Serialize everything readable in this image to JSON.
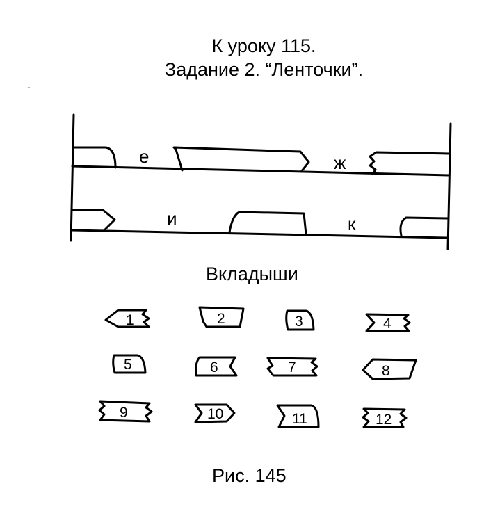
{
  "header": {
    "lesson_title": "К уроку 115.",
    "task_title": "Задание 2. “Ленточки”."
  },
  "ribbons": {
    "top_letters": [
      "е",
      "ж"
    ],
    "bottom_letters": [
      "и",
      "к"
    ]
  },
  "inserts": {
    "heading": "Вкладыши",
    "numbers": [
      "1",
      "2",
      "3",
      "4",
      "5",
      "6",
      "7",
      "8",
      "9",
      "10",
      "11",
      "12"
    ]
  },
  "caption": "Рис. 145"
}
